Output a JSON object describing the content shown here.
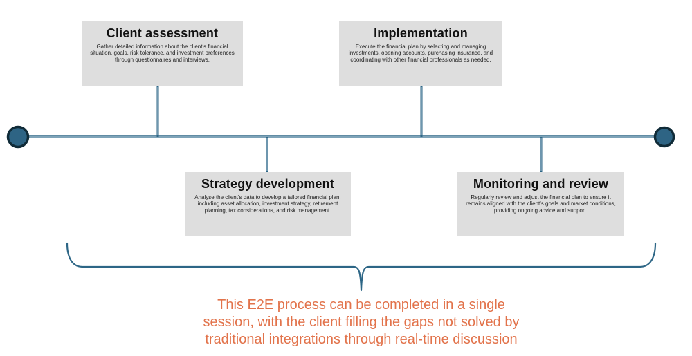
{
  "diagram": {
    "stages": [
      {
        "title": "Client assessment",
        "description": "Gather detailed information about the client's financial situation, goals, risk tolerance, and investment preferences through questionnaires and interviews."
      },
      {
        "title": "Implementation",
        "description": "Execute the financial plan by selecting and managing investments, opening accounts, purchasing insurance, and coordinating with other financial professionals as needed."
      },
      {
        "title": "Strategy development",
        "description": "Analyse the client's data to develop a tailored financial plan, including asset allocation, investment strategy, retirement planning, tax considerations, and risk management."
      },
      {
        "title": "Monitoring and review",
        "description": "Regularly review and adjust the financial plan to ensure it remains aligned with the client's goals and market conditions, providing ongoing advice and support."
      }
    ],
    "annotation": "This E2E process can be completed in a single session, with the client filling the gaps not solved by traditional integrations through real-time discussion",
    "annotation_lines": [
      "This E2E process can be completed in a single",
      "session, with the client filling the gaps not solved by",
      "traditional integrations through real-time discussion"
    ],
    "colors": {
      "timeline_blue": "#2d6686",
      "line_highlight": "#cfe0ea",
      "endpoint_fill": "#2e6484",
      "endpoint_stroke": "#102b38",
      "box_background": "#dedede",
      "annotation_orange": "#e2734b",
      "title_text": "#111111",
      "body_text": "#222222"
    }
  }
}
